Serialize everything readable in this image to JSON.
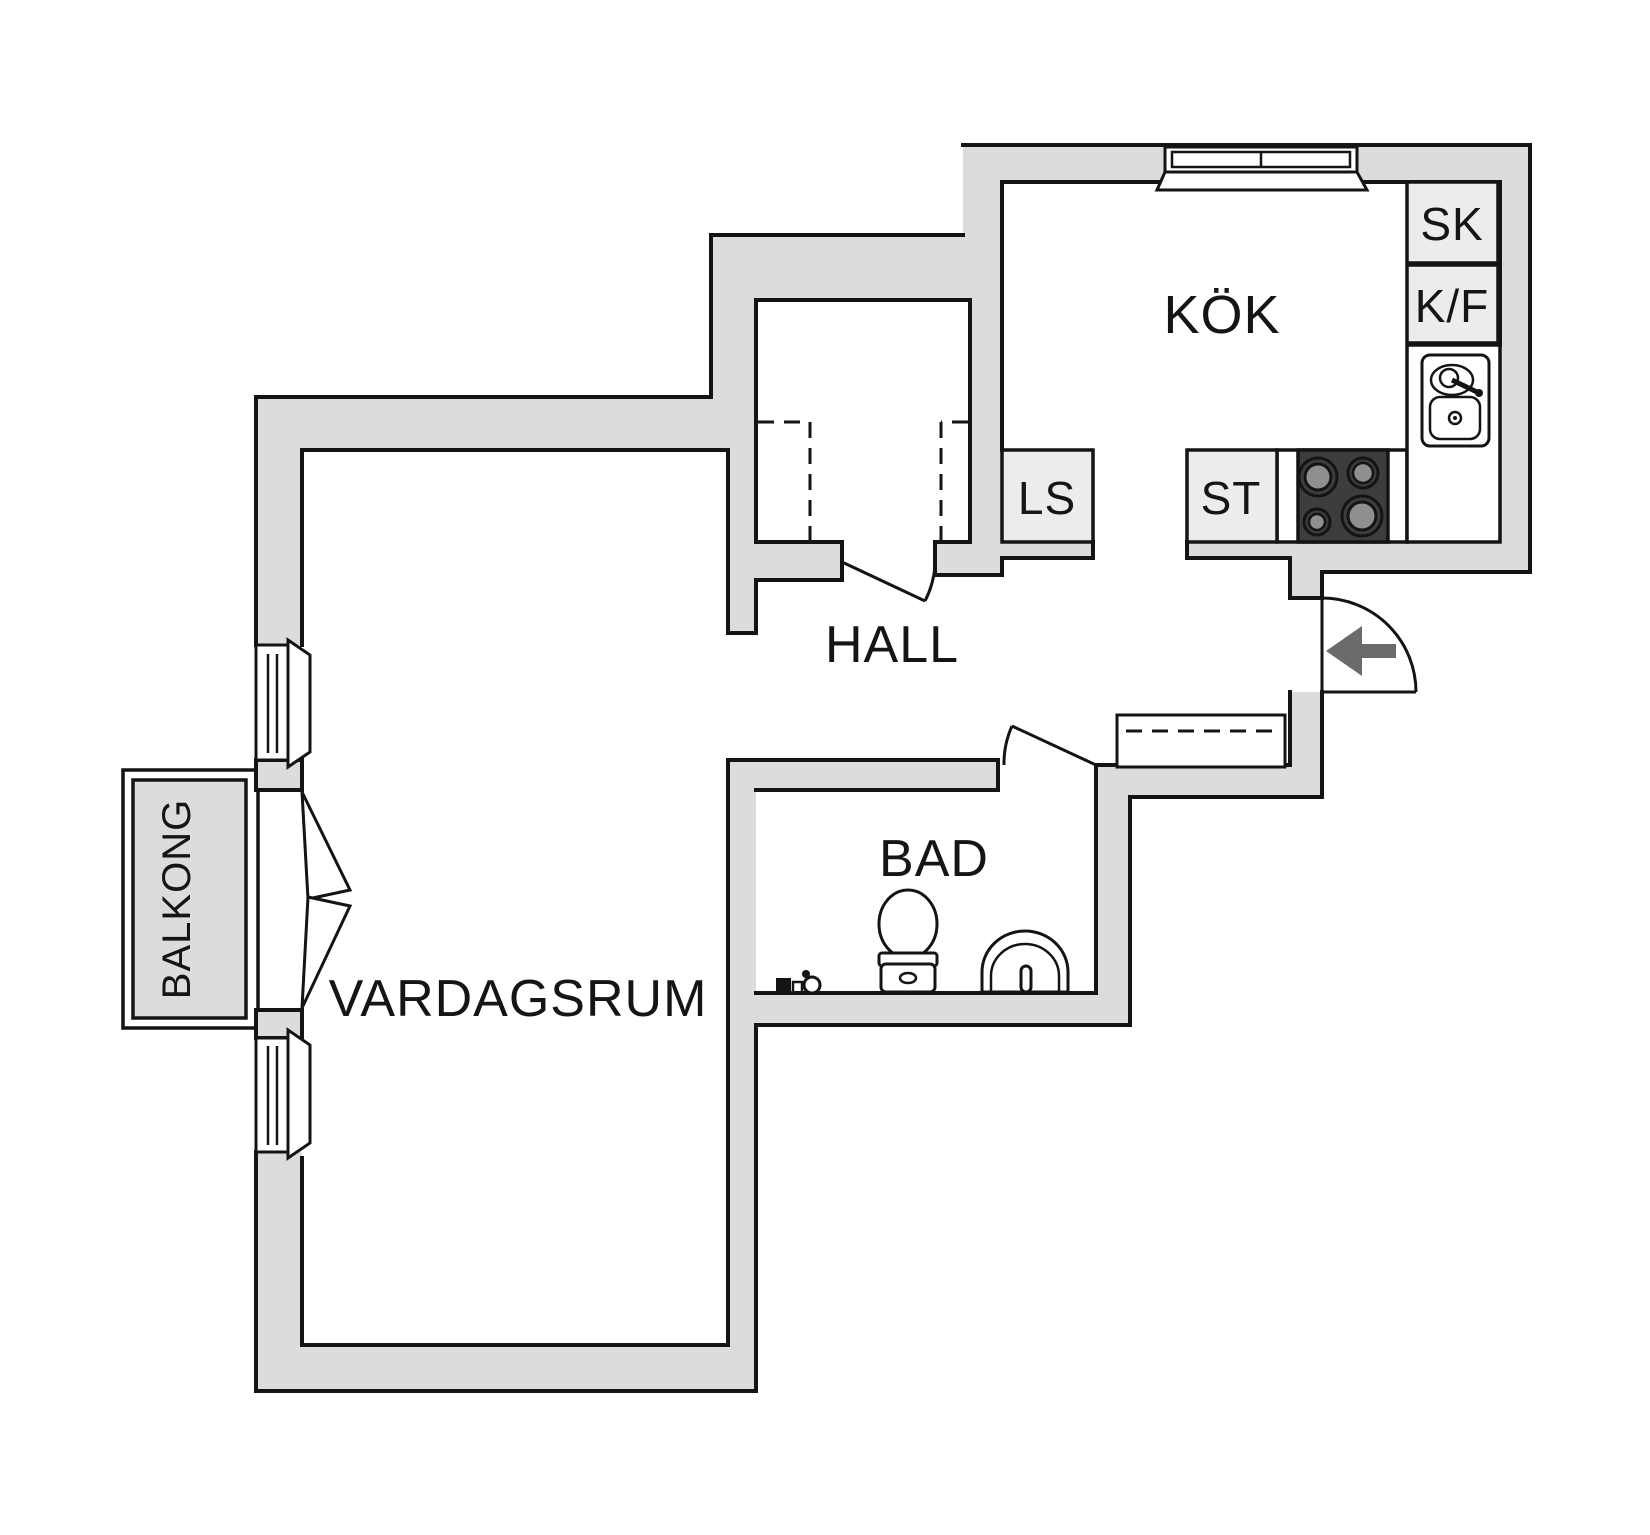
{
  "plan": {
    "type": "apartment floor plan",
    "rooms": {
      "kitchen": "KÖK",
      "hall": "HALL",
      "bathroom": "BAD",
      "living_room": "VARDAGSRUM",
      "balcony": "BALKONG"
    },
    "cabinets": {
      "sk": "SK",
      "kf": "K/F",
      "ls": "LS",
      "st": "ST"
    },
    "colors": {
      "wall_fill": "#dcdcdc",
      "cabinet_fill": "#ececec",
      "outline": "#141414",
      "stove_fill": "#3d3d3d",
      "burner_fill": "#8f8f8f",
      "entry_arrow": "#6b6b6b",
      "background": "#ffffff"
    }
  }
}
